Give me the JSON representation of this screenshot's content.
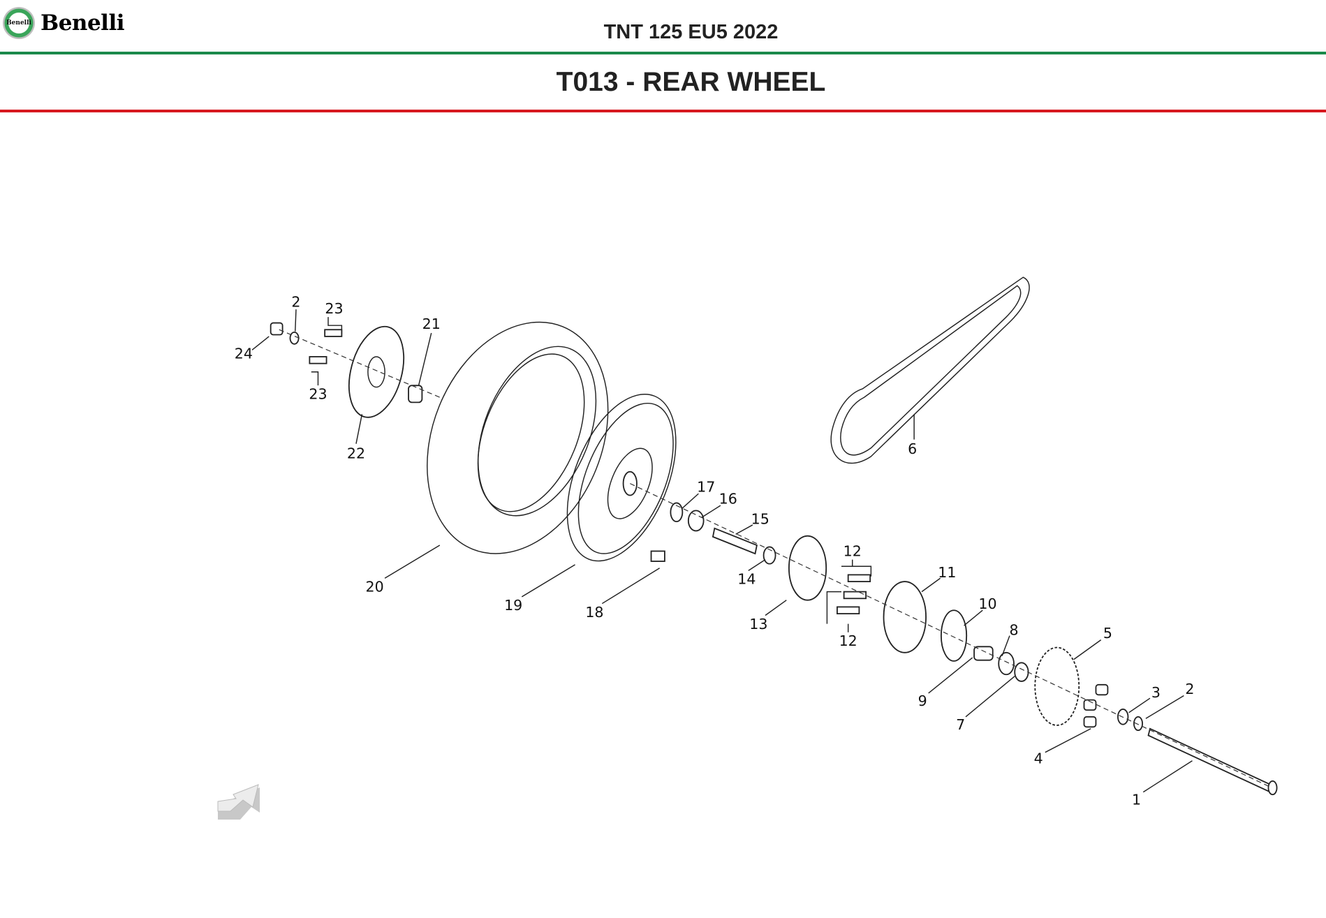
{
  "header": {
    "brand": "Benelli",
    "logo_badge_text": "Benelli",
    "model": "TNT 125 EU5 2022",
    "section_title": "T013 - REAR WHEEL"
  },
  "diagram": {
    "callouts": [
      "24",
      "2",
      "23",
      "23",
      "21",
      "22",
      "20",
      "19",
      "18",
      "17",
      "16",
      "15",
      "14",
      "13",
      "12",
      "12",
      "11",
      "10",
      "8",
      "9",
      "7",
      "5",
      "4",
      "3",
      "2",
      "1",
      "6"
    ]
  },
  "navigation": {
    "back_arrow_icon": "arrow-up-left-icon"
  },
  "colors": {
    "green_rule": "#1b8a4b",
    "red_rule": "#d71920"
  }
}
